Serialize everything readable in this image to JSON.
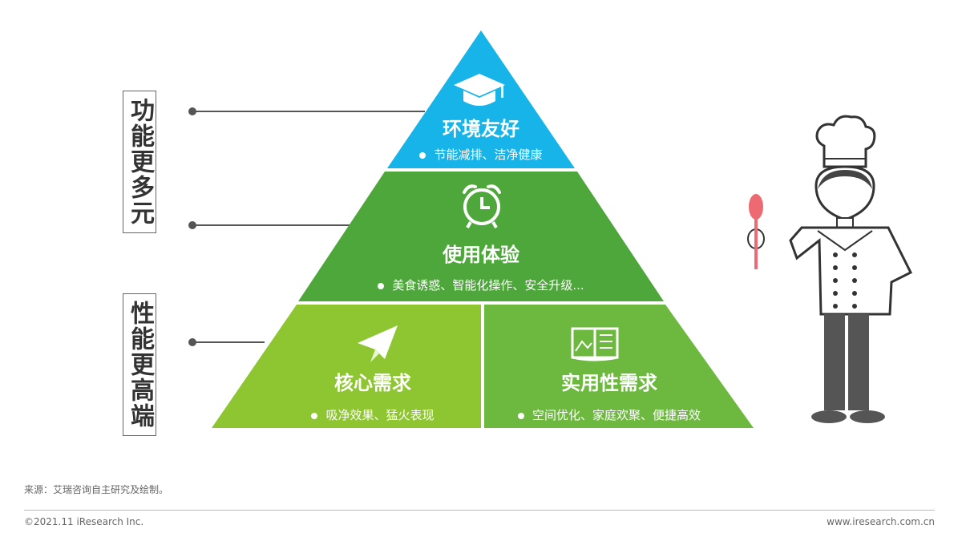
{
  "left_labels": {
    "top": "功能更多元",
    "bottom": "性能更高端"
  },
  "tiers": {
    "top": {
      "title": "环境友好",
      "bullet": "节能减排、洁净健康",
      "icon": "graduation-cap-icon",
      "color": "#16B4E8"
    },
    "middle": {
      "title": "使用体验",
      "bullet": "美食诱惑、智能化操作、安全升级...",
      "icon": "alarm-clock-icon",
      "color": "#4EA73A"
    },
    "bottom_left": {
      "title": "核心需求",
      "bullet": "吸净效果、猛火表现",
      "icon": "paper-plane-icon",
      "color": "#8EC631"
    },
    "bottom_right": {
      "title": "实用性需求",
      "bullet": "空间优化、家庭欢聚、便捷高效",
      "icon": "open-book-icon",
      "color": "#6DB83E"
    }
  },
  "source": "来源：艾瑞咨询自主研究及绘制。",
  "footer": {
    "copyright": "©2021.11 iResearch Inc.",
    "website": "www.iresearch.com.cn"
  }
}
